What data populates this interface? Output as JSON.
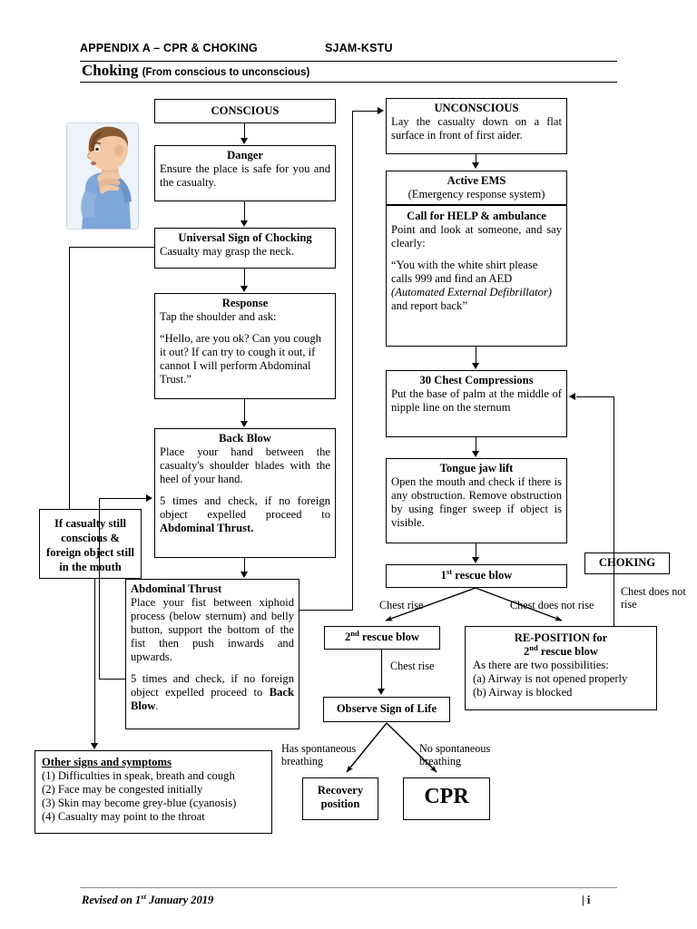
{
  "header": {
    "appendix": "APPENDIX A – CPR & CHOKING",
    "org": "SJAM-KSTU",
    "title": "Choking",
    "subtitle": "(From conscious to unconscious)"
  },
  "footer": {
    "revised": "Revised on 1st January 2019",
    "page": "| i"
  },
  "illustration": {
    "alt": "boy-choking-universal-sign"
  },
  "nodes": {
    "conscious": {
      "title": "CONSCIOUS"
    },
    "danger": {
      "title": "Danger",
      "body": "Ensure the place is safe for you and the casualty."
    },
    "universal_sign": {
      "title": "Universal Sign of Chocking",
      "body": "Casualty may grasp the neck."
    },
    "response": {
      "title": "Response",
      "body": "Tap the shoulder and ask:",
      "body2": "“Hello, are you ok? Can you cough it out? If can try to cough it out, if cannot I will perform Abdominal Trust.”"
    },
    "back_blow": {
      "title": "Back Blow",
      "body": "Place your hand between the casualty's shoulder blades with the heel of your hand.",
      "body2_pre": "5 times and check, if no foreign object expelled proceed to ",
      "body2_strong": "Abdominal Thrust."
    },
    "abdominal_thrust": {
      "title": "Abdominal Thrust",
      "body": "Place your fist between xiphoid process (below sternum) and belly button, support the bottom of the fist then push inwards and upwards.",
      "body2_pre": "5 times and check, if no foreign object expelled proceed to ",
      "body2_strong": "Back Blow",
      "body2_post": "."
    },
    "still_conscious": {
      "text": "If casualty still conscious & foreign object still in the mouth"
    },
    "other_signs": {
      "title": "Other signs and symptoms",
      "items": [
        "(1) Difficulties in speak, breath and cough",
        "(2) Face may be congested initially",
        "(3) Skin may become grey-blue (cyanosis)",
        "(4) Casualty may point to the throat"
      ]
    },
    "unconscious": {
      "title": "UNCONSCIOUS",
      "body": "Lay the casualty down on a flat surface in front of first aider."
    },
    "active_ems": {
      "title": "Active EMS",
      "subtitle": "(Emergency response system)",
      "call_title": "Call for HELP & ambulance",
      "call_body": "Point and look at someone, and say clearly:",
      "quote_l1": "“You with the white shirt please",
      "quote_l2": "calls 999 and find an AED",
      "quote_italic": "(Automated External Defibrillator)",
      "quote_tail": " and report back”"
    },
    "compressions": {
      "title": "30 Chest Compressions",
      "body": "Put the base of palm at the middle of nipple line on the sternum"
    },
    "tongue_jaw": {
      "title": "Tongue jaw lift",
      "body": "Open the mouth and check if there is any obstruction. Remove obstruction by using finger sweep if object is visible."
    },
    "first_rescue_blow": {
      "title": "1st rescue blow"
    },
    "second_rescue_blow": {
      "title": "2nd rescue blow"
    },
    "reposition": {
      "title_l1": "RE-POSITION for",
      "title_l2": "2nd rescue blow",
      "body": "As there are two possibilities:",
      "items": [
        "(a) Airway is not opened properly",
        "(b) Airway is blocked"
      ]
    },
    "choking_tag": {
      "title": "CHOKING"
    },
    "observe": {
      "title": "Observe Sign of Life"
    },
    "recovery": {
      "title_l1": "Recovery",
      "title_l2": "position"
    },
    "cpr": {
      "title": "CPR"
    }
  },
  "edge_labels": {
    "chest_rise_left": "Chest rise",
    "chest_not_rise": "Chest does not rise",
    "chest_not_rise_right_l1": "Chest does",
    "chest_not_rise_right_l2": "not rise",
    "chest_rise_second": "Chest rise",
    "has_breathing_l1": "Has spontaneous",
    "has_breathing_l2": "breathing",
    "no_breathing_l1": "No spontaneous",
    "no_breathing_l2": "breathing"
  },
  "colors": {
    "line": "#000000",
    "box_border": "#000000",
    "page_bg": "#ffffff",
    "illustration_bg": "#eef3f9",
    "shirt": "#7fa6d8",
    "skin": "#f0c7a3",
    "hair": "#8a5a32",
    "footer_rule": "#8a8a8a"
  }
}
